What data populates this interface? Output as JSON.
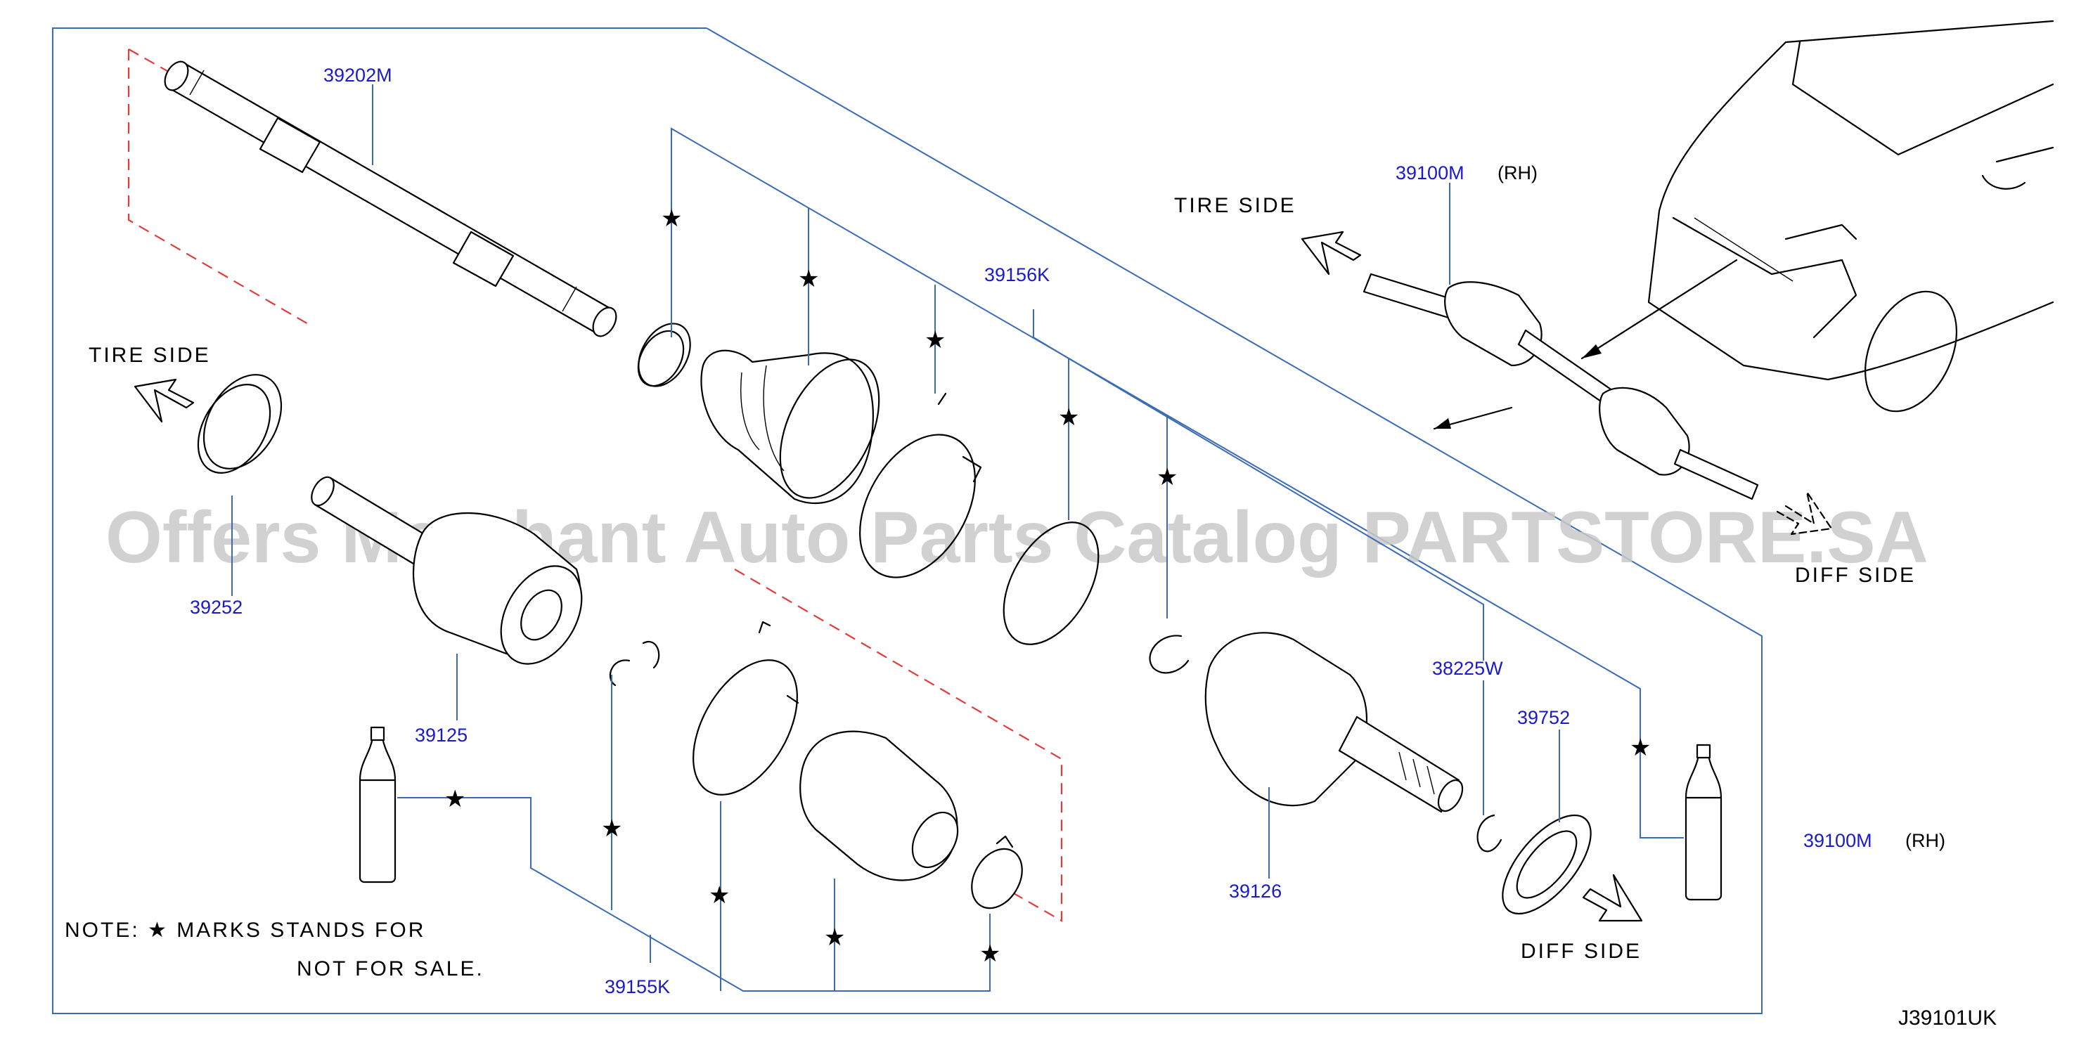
{
  "parts": {
    "p39202M": "39202M",
    "p39156K": "39156K",
    "p39100M_top": "39100M",
    "p39252": "39252",
    "p39125": "39125",
    "p38225W": "38225W",
    "p39752": "39752",
    "p39126": "39126",
    "p39100M_right": "39100M",
    "p39155K": "39155K"
  },
  "labels": {
    "rh_top": "(RH)",
    "rh_right": "(RH)",
    "tire_side_left": "TIRE  SIDE",
    "tire_side_top": "TIRE  SIDE",
    "diff_side_top": "DIFF  SIDE",
    "diff_side_bottom": "DIFF  SIDE",
    "note_line1": "NOTE:    ★  MARKS  STANDS  FOR",
    "note_line2": "NOT  FOR  SALE."
  },
  "star": "★",
  "watermark": "Offers Merchant Auto Parts Catalog PARTSTORE.SA",
  "diagram_code": "J39101UK",
  "colors": {
    "part_number": "#1a1acc",
    "leader_line": "#3a6bb5",
    "dashed_line": "#e23b3b",
    "watermark": "#c9c9c9"
  }
}
